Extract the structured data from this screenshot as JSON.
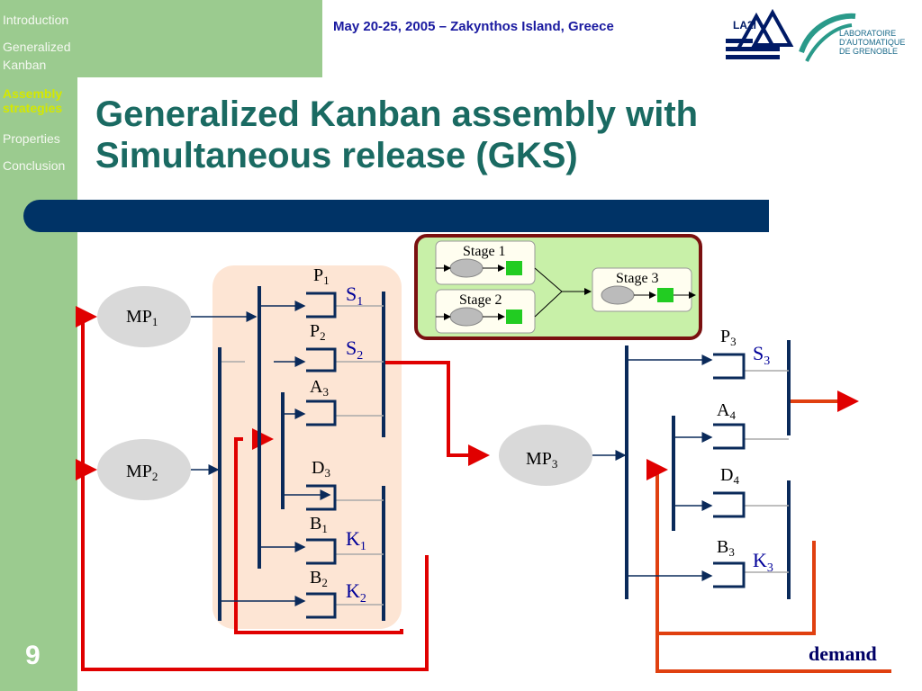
{
  "sidebar": {
    "items": [
      {
        "label": "Introduction"
      },
      {
        "label": "Generalized Kanban"
      },
      {
        "label": "Assembly strategies"
      },
      {
        "label": "Properties"
      },
      {
        "label": "Conclusion"
      }
    ],
    "slide_number": "9"
  },
  "header": {
    "conference": "May 20-25, 2005 – Zakynthos Island, Greece",
    "logo1_text": "LA2I",
    "logo2_lines": [
      "LABORATOIRE",
      "D'AUTOMATIQUE",
      "DE GRENOBLE"
    ]
  },
  "title": {
    "line1": "Generalized Kanban assembly with",
    "line2": "Simultaneous release (GKS)"
  },
  "legend": {
    "stage1": "Stage 1",
    "stage2": "Stage 2",
    "stage3": "Stage 3"
  },
  "diagram": {
    "mp1": "MP",
    "mp1_sub": "1",
    "mp2": "MP",
    "mp2_sub": "2",
    "mp3": "MP",
    "mp3_sub": "3",
    "p1": "P",
    "p1_sub": "1",
    "s1": "S",
    "s1_sub": "1",
    "p2": "P",
    "p2_sub": "2",
    "s2": "S",
    "s2_sub": "2",
    "a3": "A",
    "a3_sub": "3",
    "d3": "D",
    "d3_sub": "3",
    "b1": "B",
    "b1_sub": "1",
    "k1": "K",
    "k1_sub": "1",
    "b2": "B",
    "b2_sub": "2",
    "k2": "K",
    "k2_sub": "2",
    "p3": "P",
    "p3_sub": "3",
    "s3": "S",
    "s3_sub": "3",
    "a4": "A",
    "a4_sub": "4",
    "d4": "D",
    "d4_sub": "4",
    "b3": "B",
    "b3_sub": "3",
    "k3": "K",
    "k3_sub": "3",
    "demand": "demand"
  },
  "colors": {
    "sidebar": "#9bcb8f",
    "title": "#1a6a62",
    "bar": "#003366",
    "red": "#e00000",
    "navy": "#0a2a5a",
    "place": "#d9d9d9",
    "stage_box": "#fde5d4",
    "legend_border": "#7a1010",
    "legend_fill": "#c8f0a8",
    "green_square": "#22cc22"
  }
}
